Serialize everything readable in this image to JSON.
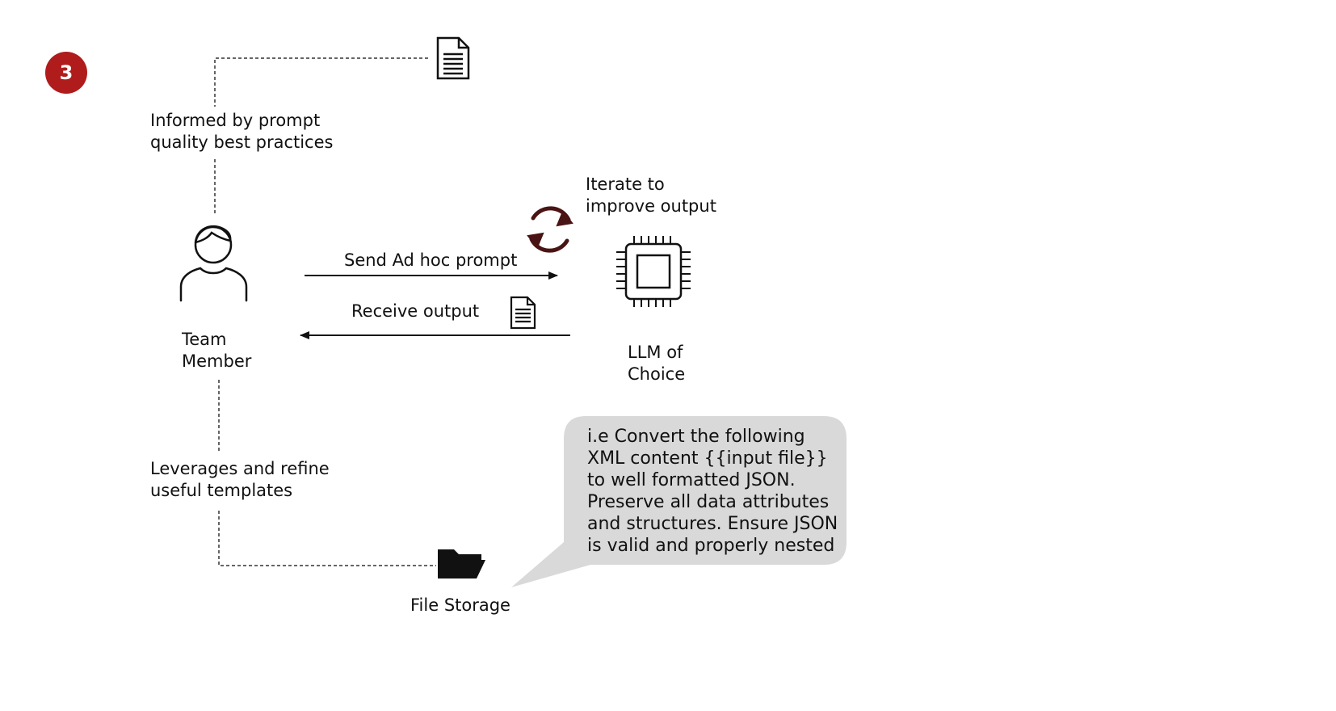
{
  "step_number": "3",
  "labels": {
    "informed_by": [
      "Informed by prompt",
      "quality best practices"
    ],
    "iterate": [
      "Iterate to",
      "improve output"
    ],
    "send_prompt": "Send Ad hoc prompt",
    "receive_output": "Receive output",
    "team_member": [
      "Team",
      "Member"
    ],
    "llm": [
      "LLM of",
      "Choice"
    ],
    "leverages": [
      "Leverages and refine",
      "useful templates"
    ],
    "file_storage": "File Storage"
  },
  "example_prompt": "i.e Convert the following XML content {{input file}} to well formatted JSON. Preserve all data attributes and structures. Ensure JSON is valid and properly nested",
  "icons": [
    "document-icon",
    "person-icon",
    "refresh-cycle-icon",
    "cpu-chip-icon",
    "folder-open-icon"
  ],
  "colors": {
    "step_badge": "#b01c1c",
    "bubble": "#d9d9d9",
    "cycle_arrows": "#4a1414"
  }
}
